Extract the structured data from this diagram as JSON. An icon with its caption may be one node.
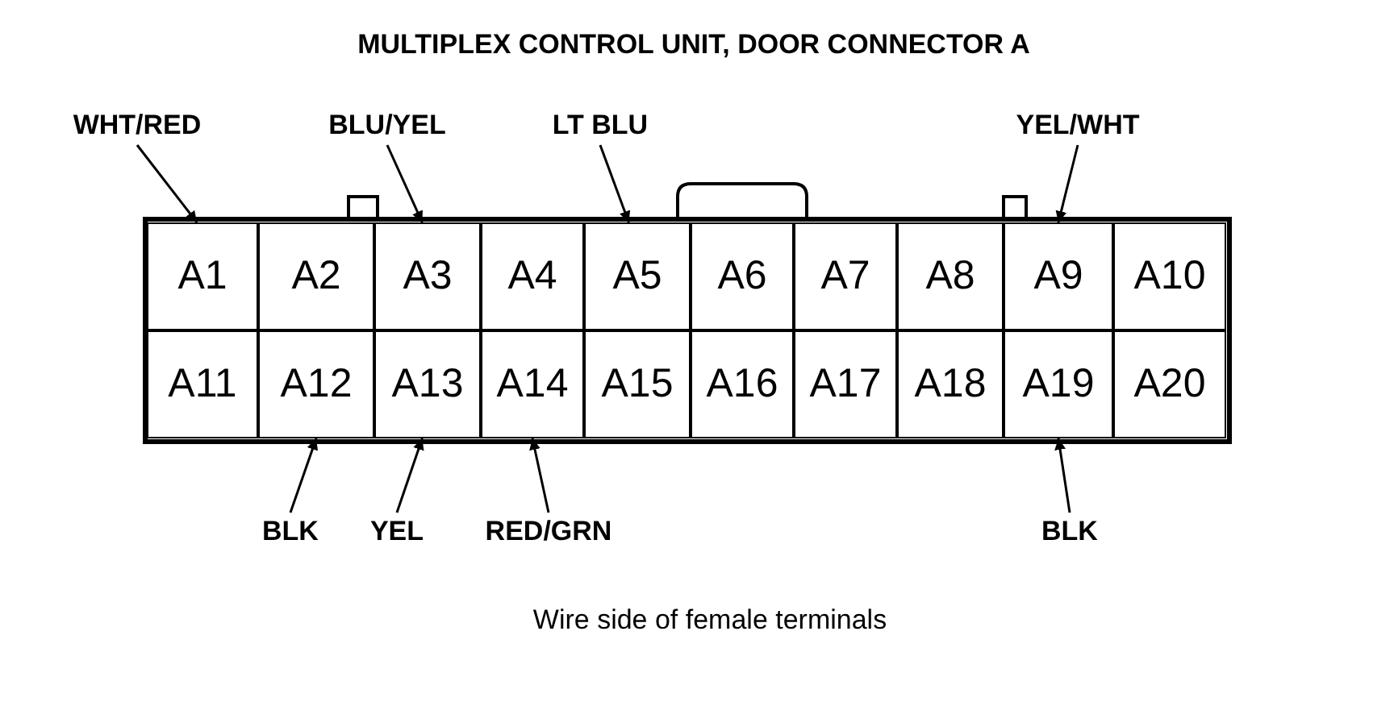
{
  "diagram": {
    "title": "MULTIPLEX CONTROL UNIT, DOOR CONNECTOR A",
    "caption": "Wire side of female terminals",
    "nodes": [
      {
        "text": [
          "WHT/RED"
        ]
      },
      {
        "text": [
          "BLU/YEL"
        ]
      },
      {
        "text": [
          "LT BLU"
        ]
      },
      {
        "text": [
          "YEL/WHT"
        ]
      },
      {
        "text": [
          "A1"
        ]
      },
      {
        "text": [
          "A2"
        ]
      },
      {
        "text": [
          "A3"
        ]
      },
      {
        "text": [
          "A4"
        ]
      },
      {
        "text": [
          "A5"
        ]
      },
      {
        "text": [
          "A6"
        ]
      },
      {
        "text": [
          "A7"
        ]
      },
      {
        "text": [
          "A8"
        ]
      },
      {
        "text": [
          "A9"
        ]
      },
      {
        "text": [
          "A10"
        ]
      },
      {
        "text": [
          "A11"
        ]
      },
      {
        "text": [
          "A12"
        ]
      },
      {
        "text": [
          "A13"
        ]
      },
      {
        "text": [
          "A14"
        ]
      },
      {
        "text": [
          "A15"
        ]
      },
      {
        "text": [
          "A16"
        ]
      },
      {
        "text": [
          "A17"
        ]
      },
      {
        "text": [
          "A18"
        ]
      },
      {
        "text": [
          "A19"
        ]
      },
      {
        "text": [
          "A20"
        ]
      },
      {
        "text": [
          "BLK"
        ]
      },
      {
        "text": [
          "YEL"
        ]
      },
      {
        "text": [
          "RED/GRN"
        ]
      },
      {
        "text": [
          "BLK"
        ]
      }
    ],
    "edges": [
      {
        "from": 0,
        "to": 4,
        "arrow": "to"
      },
      {
        "from": 1,
        "to": 6,
        "arrow": "to"
      },
      {
        "from": 2,
        "to": 8,
        "arrow": "to"
      },
      {
        "from": 3,
        "to": 12,
        "arrow": "to"
      },
      {
        "from": 24,
        "to": 15,
        "arrow": "to"
      },
      {
        "from": 25,
        "to": 16,
        "arrow": "to"
      },
      {
        "from": 26,
        "to": 17,
        "arrow": "to"
      },
      {
        "from": 27,
        "to": 22,
        "arrow": "to"
      }
    ]
  }
}
